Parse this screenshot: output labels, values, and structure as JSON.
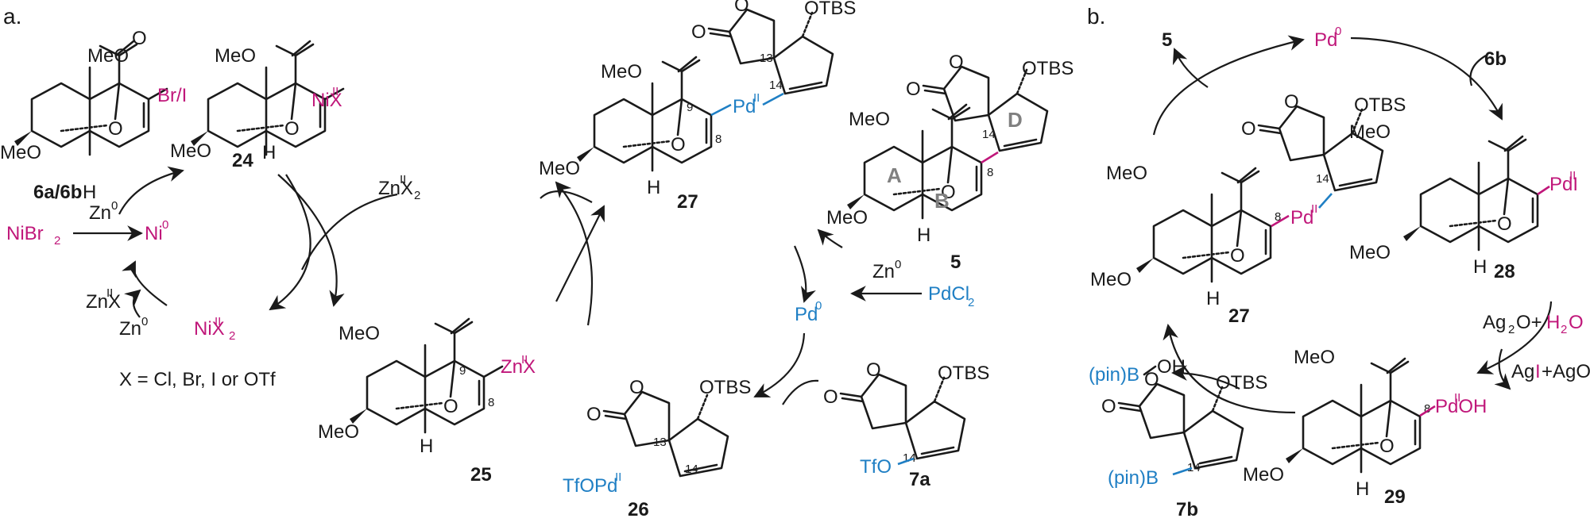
{
  "panel_a": "a.",
  "panel_b": "b.",
  "colors": {
    "ni": "#c0177a",
    "pd": "#1f7fc4",
    "text": "#1a1a1a",
    "ring_label": "#808080"
  },
  "common": {
    "meo_ester": "MeO",
    "ester_o": "O",
    "ether_o": "O",
    "meo": "MeO",
    "h": "H",
    "lactone_o": "O",
    "otbs": "OTBS"
  },
  "part_a": {
    "sm_label": "6a/6b",
    "sm_halide": "Br/I",
    "int24_label": "24",
    "int24_ni": "NiX",
    "ni_ii_sup": "II",
    "znx2": "ZnX",
    "znx2_sup": "II",
    "znx2_sub": "2",
    "nibr2": "NiBr",
    "nibr2_sub": "2",
    "zn0_top": "Zn",
    "zero_sup": "0",
    "ni0": "Ni",
    "znx_byprod": "ZnX",
    "zn0_bottom": "Zn",
    "nix2": "NiX",
    "x_def": "X = Cl, Br, I or OTf",
    "int25_label": "25",
    "int25_zn": "ZnX",
    "int26_label": "26",
    "int26_pd": "TfOPd",
    "int27_label": "27",
    "int27_pd": "Pd",
    "prod5_label": "5",
    "pd0": "Pd",
    "zn0_pd": "Zn",
    "pdcl2": "PdCl",
    "vtf_label": "7a",
    "vtf_otf": "TfO",
    "c9": "9",
    "c8": "8",
    "c13": "13",
    "c14": "14",
    "ring_a": "A",
    "ring_b": "B",
    "ring_d": "D"
  },
  "part_b": {
    "prod5": "5",
    "pd0": "Pd",
    "reagent6b": "6b",
    "int27_label": "27",
    "int27_pd": "Pd",
    "int28_label": "28",
    "int28_pd": "PdI",
    "ag2o": "Ag",
    "ag2o_rest": "O+",
    "h2o": "H",
    "h2o_rest": "O",
    "agi": "Ag",
    "agi_i": "I",
    "agi_rest": "+AgOH",
    "int29_label": "29",
    "int29_pd": "PdOH",
    "bpin_oh": "(pin)B",
    "bpin_oh_rest": "OH",
    "bor_label": "7b",
    "bor_pin": "(pin)B",
    "c8": "8",
    "c14": "14"
  }
}
